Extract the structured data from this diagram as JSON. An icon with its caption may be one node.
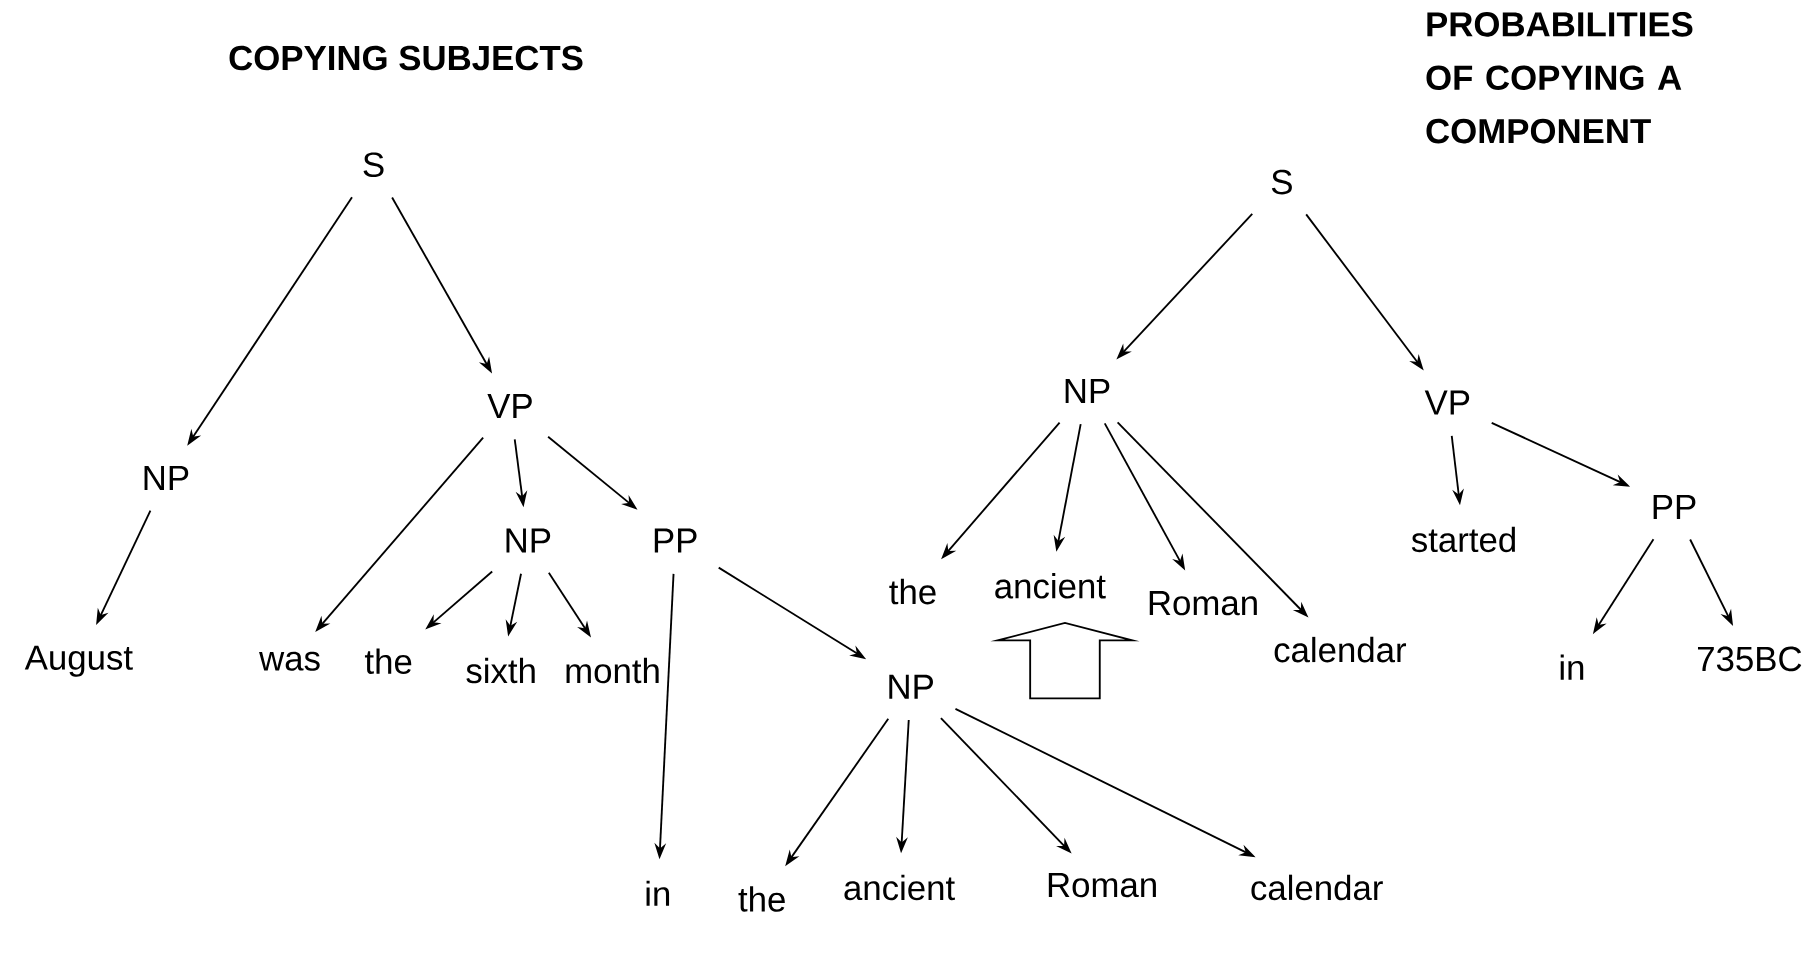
{
  "diagram": {
    "nodes": [
      {
        "text": [
          "S"
        ]
      },
      {
        "text": [
          "NP"
        ]
      },
      {
        "text": [
          "VP"
        ]
      },
      {
        "text": [
          "August"
        ]
      },
      {
        "text": [
          "was"
        ]
      },
      {
        "text": [
          "NP"
        ]
      },
      {
        "text": [
          "PP"
        ]
      },
      {
        "text": [
          "the"
        ]
      },
      {
        "text": [
          "sixth"
        ]
      },
      {
        "text": [
          "month"
        ]
      },
      {
        "text": [
          "NP"
        ]
      },
      {
        "text": [
          "in"
        ]
      },
      {
        "text": [
          "the"
        ]
      },
      {
        "text": [
          "ancient"
        ]
      },
      {
        "text": [
          "Roman"
        ]
      },
      {
        "text": [
          "calendar"
        ]
      },
      {
        "text": [
          "S"
        ]
      },
      {
        "text": [
          "NP"
        ]
      },
      {
        "text": [
          "VP"
        ]
      },
      {
        "text": [
          "the"
        ]
      },
      {
        "text": [
          "ancient"
        ]
      },
      {
        "text": [
          "Roman"
        ]
      },
      {
        "text": [
          "calendar"
        ]
      },
      {
        "text": [
          "started"
        ]
      },
      {
        "text": [
          "PP"
        ]
      },
      {
        "text": [
          "in"
        ]
      },
      {
        "text": [
          "735BC"
        ]
      }
    ],
    "edges": [
      {
        "from": 0,
        "to": 1,
        "arrow": "to"
      },
      {
        "from": 0,
        "to": 2,
        "arrow": "to"
      },
      {
        "from": 1,
        "to": 3,
        "arrow": "to"
      },
      {
        "from": 2,
        "to": 4,
        "arrow": "to"
      },
      {
        "from": 2,
        "to": 5,
        "arrow": "to"
      },
      {
        "from": 2,
        "to": 6,
        "arrow": "to"
      },
      {
        "from": 5,
        "to": 7,
        "arrow": "to"
      },
      {
        "from": 5,
        "to": 8,
        "arrow": "to"
      },
      {
        "from": 5,
        "to": 9,
        "arrow": "to"
      },
      {
        "from": 6,
        "to": 11,
        "arrow": "to"
      },
      {
        "from": 6,
        "to": 10,
        "arrow": "to"
      },
      {
        "from": 10,
        "to": 12,
        "arrow": "to"
      },
      {
        "from": 10,
        "to": 13,
        "arrow": "to"
      },
      {
        "from": 10,
        "to": 14,
        "arrow": "to"
      },
      {
        "from": 10,
        "to": 15,
        "arrow": "to"
      },
      {
        "from": 16,
        "to": 17,
        "arrow": "to"
      },
      {
        "from": 16,
        "to": 18,
        "arrow": "to"
      },
      {
        "from": 17,
        "to": 19,
        "arrow": "to"
      },
      {
        "from": 17,
        "to": 20,
        "arrow": "to"
      },
      {
        "from": 17,
        "to": 21,
        "arrow": "to"
      },
      {
        "from": 17,
        "to": 22,
        "arrow": "to"
      },
      {
        "from": 18,
        "to": 23,
        "arrow": "to"
      },
      {
        "from": 18,
        "to": 24,
        "arrow": "to"
      },
      {
        "from": 24,
        "to": 25,
        "arrow": "to"
      },
      {
        "from": 24,
        "to": 26,
        "arrow": "to"
      }
    ],
    "labels": [
      "COPYING SUBJECTS",
      "PROBABILITIES OF COPYING A COMPONENT"
    ]
  }
}
